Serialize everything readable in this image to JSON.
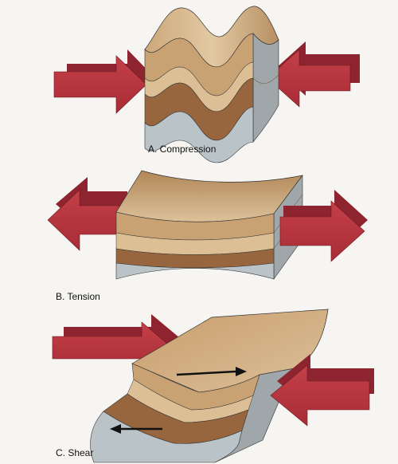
{
  "panels": [
    {
      "id": "compression",
      "label": "A. Compression"
    },
    {
      "id": "tension",
      "label": "B. Tension"
    },
    {
      "id": "shear",
      "label": "C. Shear"
    }
  ],
  "colors": {
    "background": "#f7f5f1",
    "arrow_red": "#b8343c",
    "arrow_red_dark": "#8e2430",
    "layer_top": "#c9a273",
    "layer_band": "#dcbf94",
    "layer_brown": "#98663e",
    "layer_base": "#b9c3c8",
    "side_face": "#9fa7ab",
    "outline": "#222222"
  }
}
